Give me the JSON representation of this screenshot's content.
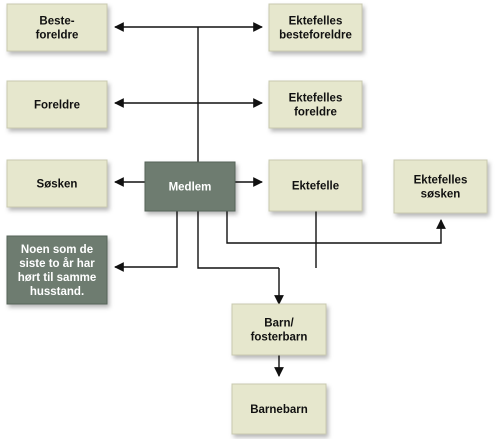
{
  "colors": {
    "light_box": "#e6e7cd",
    "light_box_border": "#c9cab0",
    "dark_box": "#6e7c70",
    "dark_box_border": "#556358",
    "line": "#111111",
    "light_text": "#111111",
    "dark_text": "#ffffff"
  },
  "nodes": {
    "besteforeldre": {
      "lines": [
        "Beste-",
        "foreldre"
      ]
    },
    "ektefelles_besteforeldre": {
      "lines": [
        "Ektefelles",
        "besteforeldre"
      ]
    },
    "foreldre": {
      "lines": [
        "Foreldre"
      ]
    },
    "ektefelles_foreldre": {
      "lines": [
        "Ektefelles",
        "foreldre"
      ]
    },
    "sosken": {
      "lines": [
        "Søsken"
      ]
    },
    "medlem": {
      "lines": [
        "Medlem"
      ]
    },
    "ektefelle": {
      "lines": [
        "Ektefelle"
      ]
    },
    "ektefelles_sosken": {
      "lines": [
        "Ektefelles",
        "søsken"
      ]
    },
    "husstand": {
      "lines": [
        "Noen som de",
        "siste to år har",
        "hørt til samme",
        "husstand."
      ]
    },
    "barn": {
      "lines": [
        "Barn/",
        "fosterbarn"
      ]
    },
    "barnebarn": {
      "lines": [
        "Barnebarn"
      ]
    }
  }
}
